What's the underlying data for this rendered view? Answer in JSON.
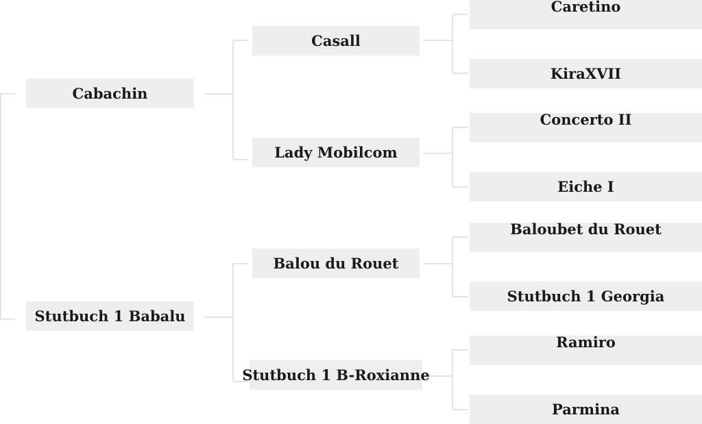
{
  "pedigree": {
    "parents": [
      "Cabachin",
      "Stutbuch 1 Babalu"
    ],
    "grandparents": [
      "Casall",
      "Lady Mobilcom",
      "Balou du Rouet",
      "Stutbuch 1 B-Roxianne"
    ],
    "great_grandparents": [
      "Caretino",
      "KiraXVII",
      "Concerto II",
      "Eiche I",
      "Baloubet du Rouet",
      "Stutbuch 1 Georgia",
      "Ramiro",
      "Parmina"
    ]
  },
  "colors": {
    "box_fill": "#eeeeee",
    "connector": "#e4e4e4",
    "text": "#1a1a1a"
  }
}
